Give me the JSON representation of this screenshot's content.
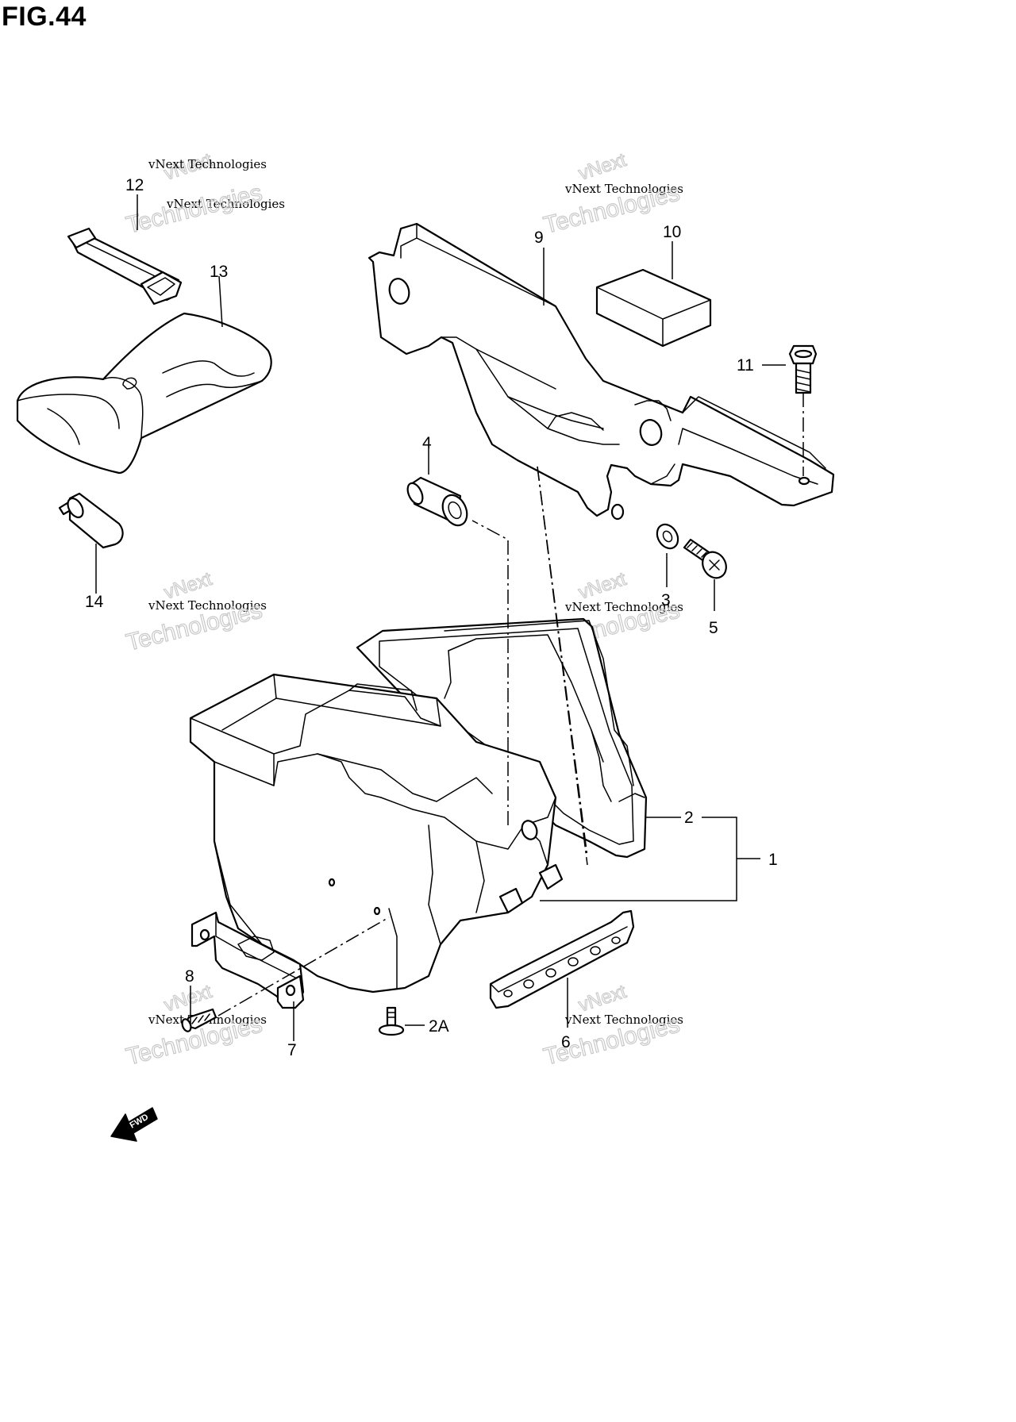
{
  "figure": {
    "title": "FIG.44"
  },
  "callouts": {
    "p1": "1",
    "p2": "2",
    "p2a": "2A",
    "p3": "3",
    "p4": "4",
    "p5": "5",
    "p6": "6",
    "p7": "7",
    "p8": "8",
    "p9": "9",
    "p10": "10",
    "p11": "11",
    "p12": "12",
    "p13": "13",
    "p14": "14"
  },
  "watermark": {
    "line1": "vNext Technologies",
    "line2": "Technologies",
    "line3": "vNext"
  },
  "direction_marker": {
    "label": "FWD"
  }
}
